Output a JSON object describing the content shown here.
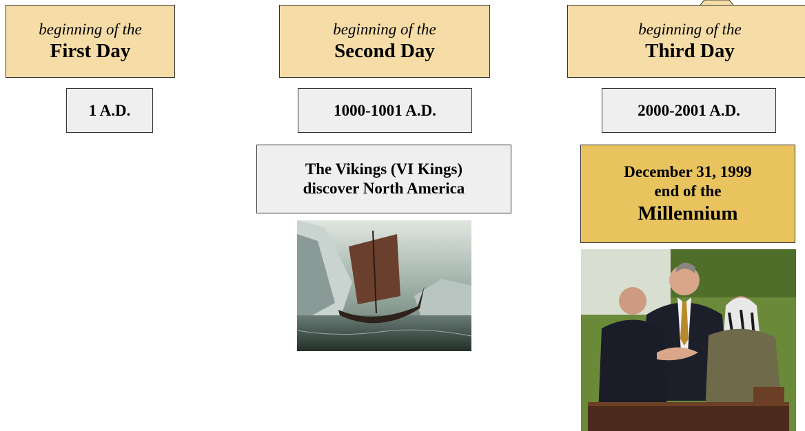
{
  "columns": [
    {
      "header_sub": "beginning of the",
      "header_main": "First Day",
      "date": "1 A.D."
    },
    {
      "header_sub": "beginning of the",
      "header_main": "Second Day",
      "date": "1000-1001 A.D.",
      "event_line1": "The Vikings (VI Kings)",
      "event_line2": "discover North America"
    },
    {
      "header_sub": "beginning of the",
      "header_main": "Third Day",
      "date": "2000-2001 A.D.",
      "milestone_line1": "December 31, 1999",
      "milestone_line2": "end of the",
      "milestone_line3": "Millennium"
    }
  ],
  "colors": {
    "header": "#f6dca6",
    "date": "#efefef",
    "milestone": "#e9c35e"
  },
  "images": [
    "viking-longship-photo",
    "handshake-ceremony-photo"
  ]
}
